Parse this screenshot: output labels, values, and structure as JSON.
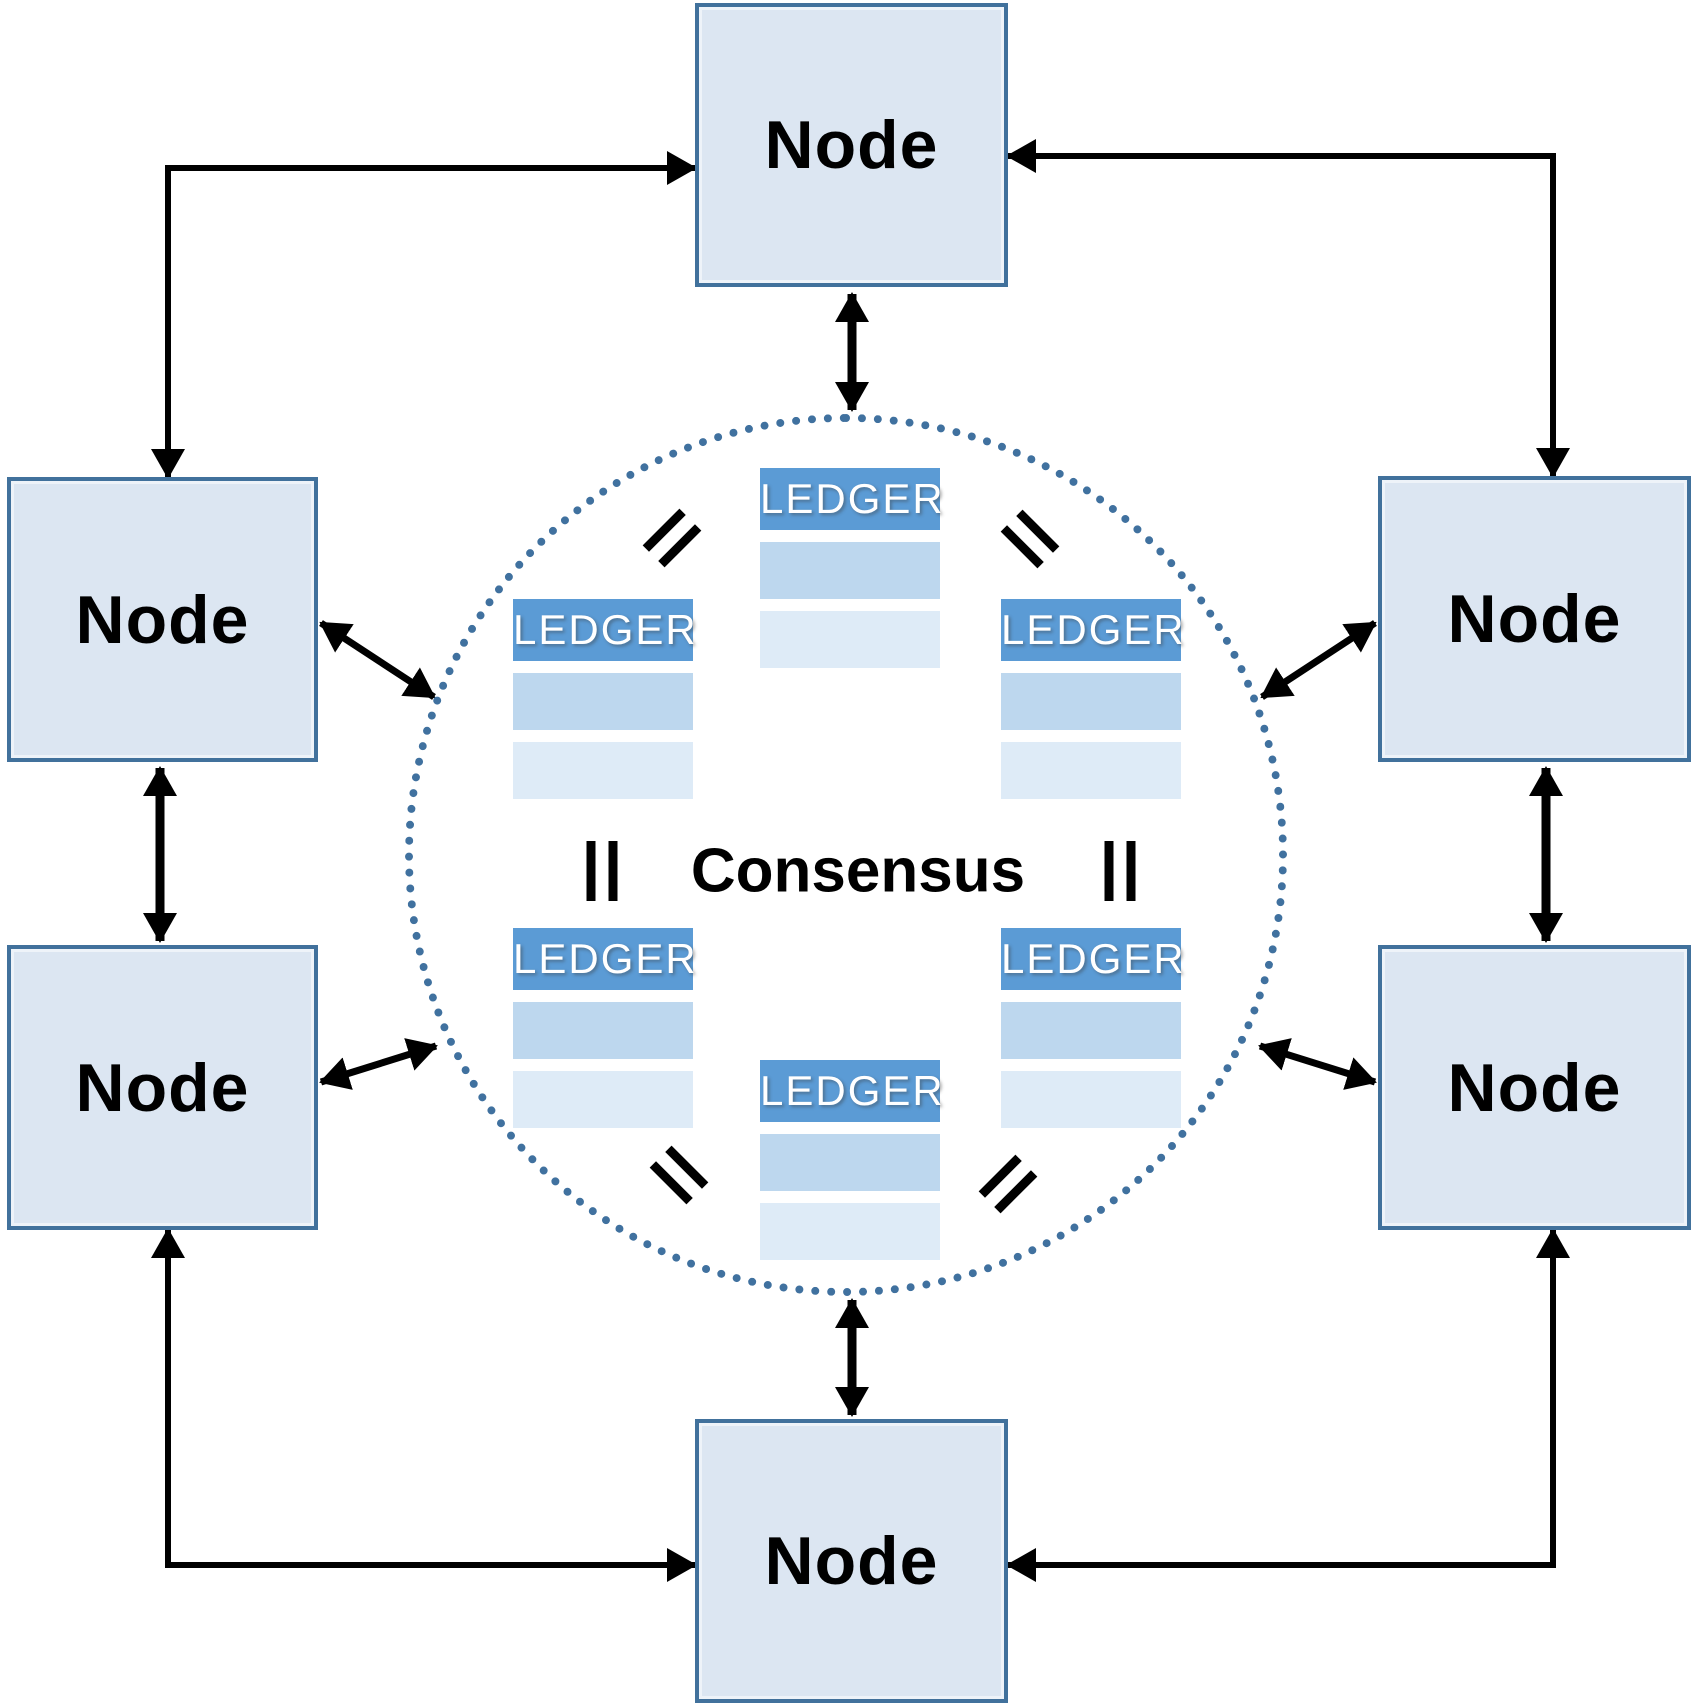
{
  "nodes": [
    {
      "id": "top",
      "label": "Node"
    },
    {
      "id": "left-upper",
      "label": "Node"
    },
    {
      "id": "right-upper",
      "label": "Node"
    },
    {
      "id": "left-lower",
      "label": "Node"
    },
    {
      "id": "right-lower",
      "label": "Node"
    },
    {
      "id": "bottom",
      "label": "Node"
    }
  ],
  "consensus": {
    "label": "Consensus"
  },
  "ledgers": [
    {
      "id": "top-center",
      "label": "LEDGER"
    },
    {
      "id": "upper-left",
      "label": "LEDGER"
    },
    {
      "id": "upper-right",
      "label": "LEDGER"
    },
    {
      "id": "lower-left",
      "label": "LEDGER"
    },
    {
      "id": "lower-right",
      "label": "LEDGER"
    },
    {
      "id": "bottom-center",
      "label": "LEDGER"
    }
  ],
  "colors": {
    "node_fill": "#dce6f2",
    "node_border": "#41719c",
    "ledger_header": "#5b9bd5",
    "ledger_row_mid": "#bdd7ee",
    "ledger_row_light": "#deebf7",
    "circle_dot": "#40719f",
    "arrow": "#000000",
    "text": "#000000",
    "ledger_text": "#ffffff"
  }
}
